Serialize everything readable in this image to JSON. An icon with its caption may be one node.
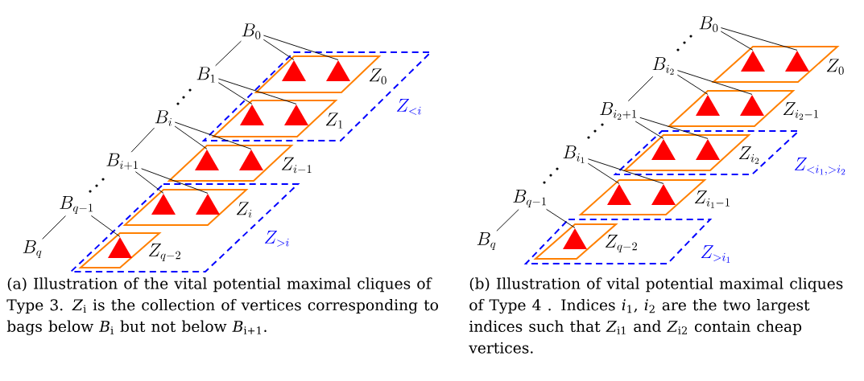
{
  "diagram": {
    "nodes": [
      {
        "text": [
          "B_0"
        ]
      },
      {
        "text": [
          "B_1"
        ]
      },
      {
        "text": [
          "B_i"
        ]
      },
      {
        "text": [
          "B_{i+1}"
        ]
      },
      {
        "text": [
          "B_{q-1}"
        ]
      },
      {
        "text": [
          "B_q"
        ]
      },
      {
        "text": [
          "Z_{<i}"
        ]
      },
      {
        "text": [
          "Z_0"
        ],
        "in": 6
      },
      {
        "text": [],
        "shape": "triangle",
        "in": 7
      },
      {
        "text": [],
        "shape": "triangle",
        "in": 7
      },
      {
        "text": [
          "Z_1"
        ],
        "in": 6
      },
      {
        "text": [],
        "shape": "triangle",
        "in": 10
      },
      {
        "text": [],
        "shape": "triangle",
        "in": 10
      },
      {
        "text": [
          "Z_{i-1}"
        ]
      },
      {
        "text": [],
        "shape": "triangle",
        "in": 13
      },
      {
        "text": [],
        "shape": "triangle",
        "in": 13
      },
      {
        "text": [
          "Z_{>i}"
        ]
      },
      {
        "text": [
          "Z_i"
        ],
        "in": 16
      },
      {
        "text": [],
        "shape": "triangle",
        "in": 17
      },
      {
        "text": [],
        "shape": "triangle",
        "in": 17
      },
      {
        "text": [
          "Z_{q-2}"
        ],
        "in": 16
      },
      {
        "text": [],
        "shape": "triangle",
        "in": 20
      },
      {
        "text": [
          "B_0"
        ]
      },
      {
        "text": [
          "B_{i_2}"
        ]
      },
      {
        "text": [
          "B_{i_2+1}"
        ]
      },
      {
        "text": [
          "B_{i_1}"
        ]
      },
      {
        "text": [
          "B_{q-1}"
        ]
      },
      {
        "text": [
          "B_q"
        ]
      },
      {
        "text": [
          "Z_0"
        ]
      },
      {
        "text": [],
        "shape": "triangle",
        "in": 28
      },
      {
        "text": [],
        "shape": "triangle",
        "in": 28
      },
      {
        "text": [
          "Z_{i_2-1}"
        ]
      },
      {
        "text": [],
        "shape": "triangle",
        "in": 31
      },
      {
        "text": [],
        "shape": "triangle",
        "in": 31
      },
      {
        "text": [
          "Z_{<i_1,>i_2}"
        ]
      },
      {
        "text": [
          "Z_{i_2}"
        ],
        "in": 34
      },
      {
        "text": [],
        "shape": "triangle",
        "in": 35
      },
      {
        "text": [],
        "shape": "triangle",
        "in": 35
      },
      {
        "text": [
          "Z_{i_1-1}"
        ]
      },
      {
        "text": [],
        "shape": "triangle",
        "in": 38
      },
      {
        "text": [],
        "shape": "triangle",
        "in": 38
      },
      {
        "text": [
          "Z_{>i_1}"
        ]
      },
      {
        "text": [
          "Z_{q-2}"
        ],
        "in": 41
      },
      {
        "text": [],
        "shape": "triangle",
        "in": 42
      }
    ],
    "edges": [
      {
        "from": 0,
        "to": 1,
        "arrow": "none"
      },
      {
        "from": 2,
        "to": 3,
        "arrow": "none"
      },
      {
        "from": 4,
        "to": 5,
        "arrow": "none"
      },
      {
        "from": 0,
        "to": 8,
        "arrow": "none"
      },
      {
        "from": 0,
        "to": 9,
        "arrow": "none"
      },
      {
        "from": 1,
        "to": 11,
        "arrow": "none"
      },
      {
        "from": 1,
        "to": 12,
        "arrow": "none"
      },
      {
        "from": 2,
        "to": 14,
        "arrow": "none"
      },
      {
        "from": 2,
        "to": 15,
        "arrow": "none"
      },
      {
        "from": 3,
        "to": 18,
        "arrow": "none"
      },
      {
        "from": 3,
        "to": 19,
        "arrow": "none"
      },
      {
        "from": 4,
        "to": 21,
        "arrow": "none"
      },
      {
        "from": 23,
        "to": 24,
        "arrow": "none"
      },
      {
        "from": 26,
        "to": 27,
        "arrow": "none"
      },
      {
        "from": 22,
        "to": 29,
        "arrow": "none"
      },
      {
        "from": 22,
        "to": 30,
        "arrow": "none"
      },
      {
        "from": 23,
        "to": 32,
        "arrow": "none"
      },
      {
        "from": 23,
        "to": 33,
        "arrow": "none"
      },
      {
        "from": 24,
        "to": 36,
        "arrow": "none"
      },
      {
        "from": 24,
        "to": 37,
        "arrow": "none"
      },
      {
        "from": 25,
        "to": 39,
        "arrow": "none"
      },
      {
        "from": 25,
        "to": 40,
        "arrow": "none"
      },
      {
        "from": 26,
        "to": 43,
        "arrow": "none"
      }
    ],
    "labels": [
      "(a) Illustration of the vital potential maximal cliques of Type 3. *Z*$_{i}$ is the collection of vertices corresponding to bags below *B*$_{i}$ but not below *B*$_{i+1}$.",
      "(b) Illustration of vital potential maximal cliques of Type 4 . Indices *i*$_{1}$, *i*$_{2}$ are the two largest indices such that *Z*$_{i1}$ and *Z*$_{i2}$ contain cheap vertices."
    ]
  }
}
